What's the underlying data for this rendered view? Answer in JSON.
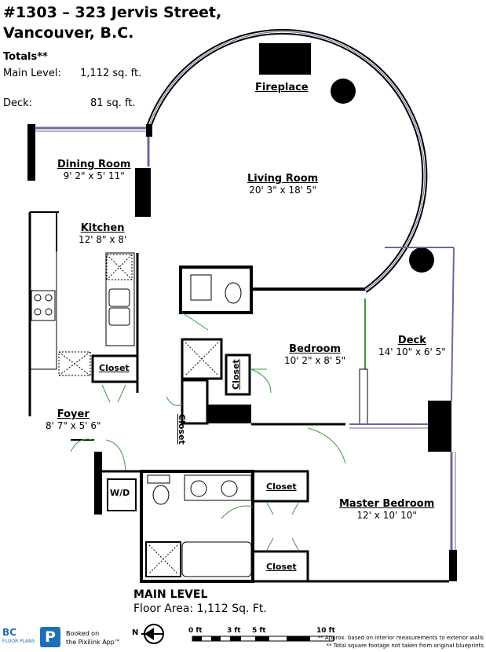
{
  "header": {
    "address_line1": "#1303 – 323 Jervis Street,",
    "address_line2": "Vancouver, B.C."
  },
  "totals": {
    "title": "Totals**",
    "main_label": "Main Level:",
    "main_value": "1,112 sq. ft.",
    "deck_label": "Deck:",
    "deck_value": "81 sq. ft."
  },
  "rooms": {
    "fireplace": "Fireplace",
    "dining_name": "Dining Room",
    "dining_dim": "9' 2\" x 5' 11\"",
    "living_name": "Living Room",
    "living_dim": "20' 3\" x 18' 5\"",
    "kitchen_name": "Kitchen",
    "kitchen_dim": "12' 8\" x 8'",
    "bedroom_name": "Bedroom",
    "bedroom_dim": "10' 2\" x 8' 5\"",
    "deck_name": "Deck",
    "deck_dim": "14' 10\" x 6' 5\"",
    "foyer_name": "Foyer",
    "foyer_dim": "8' 7\" x 5' 6\"",
    "master_name": "Master Bedroom",
    "master_dim": "12' x 10' 10\""
  },
  "closets": {
    "kitchen_closet": "Closet",
    "bath_closet_vertical": "Closet",
    "bed_closet_vertical": "Closet",
    "master_closet_top": "Closet",
    "master_closet_bottom": "Closet",
    "wd": "W/D"
  },
  "footer": {
    "level": "MAIN LEVEL",
    "area": "Floor Area: 1,112 Sq. Ft.",
    "booked_line1": "Booked on",
    "booked_line2": "the Pixilink App™",
    "bc_logo": "BC",
    "bc_sub": "FLOOR PLANS",
    "pixilink_logo": "P",
    "note1": "** Approx. based on interior measurements to exterior walls",
    "note2": "** Total square footage not taken from original blueprints",
    "scale_0": "0 ft",
    "scale_3": "3 ft",
    "scale_5": "5 ft",
    "scale_10": "10 ft",
    "north": "N"
  },
  "colors": {
    "wall": "#000000",
    "window_line": "#6a6a9a",
    "door_arc": "#3a9a3a",
    "logo_blue": "#1f6fb8"
  }
}
